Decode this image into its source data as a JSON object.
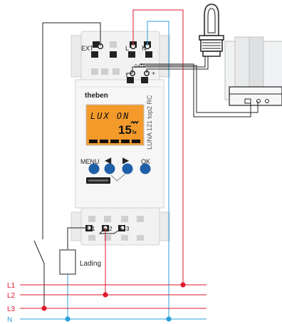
{
  "device": {
    "brand": "theben",
    "model": "LUNA 121 top2 RC",
    "terminals_top": [
      "EXT",
      "L",
      "N"
    ],
    "data_label": "DATA",
    "data_minus": "−",
    "data_plus": "+",
    "terminals_bottom": [
      "1",
      "2",
      "3"
    ],
    "buttons": [
      "MENU",
      "◀",
      "▶",
      "OK"
    ],
    "display": {
      "line1": "LUX ON",
      "value": "15",
      "unit": "lx",
      "backlight_color": "#f39a2b"
    }
  },
  "load_label": "Lading",
  "lines": [
    {
      "name": "L1",
      "color": "#e0182d"
    },
    {
      "name": "L2",
      "color": "#e0182d"
    },
    {
      "name": "L3",
      "color": "#e0182d"
    },
    {
      "name": "N",
      "color": "#2a9fd8"
    }
  ],
  "colors": {
    "phase": "#e0182d",
    "neutral": "#2a9fd8",
    "wire": "#222222",
    "button": "#1f5fa8"
  }
}
